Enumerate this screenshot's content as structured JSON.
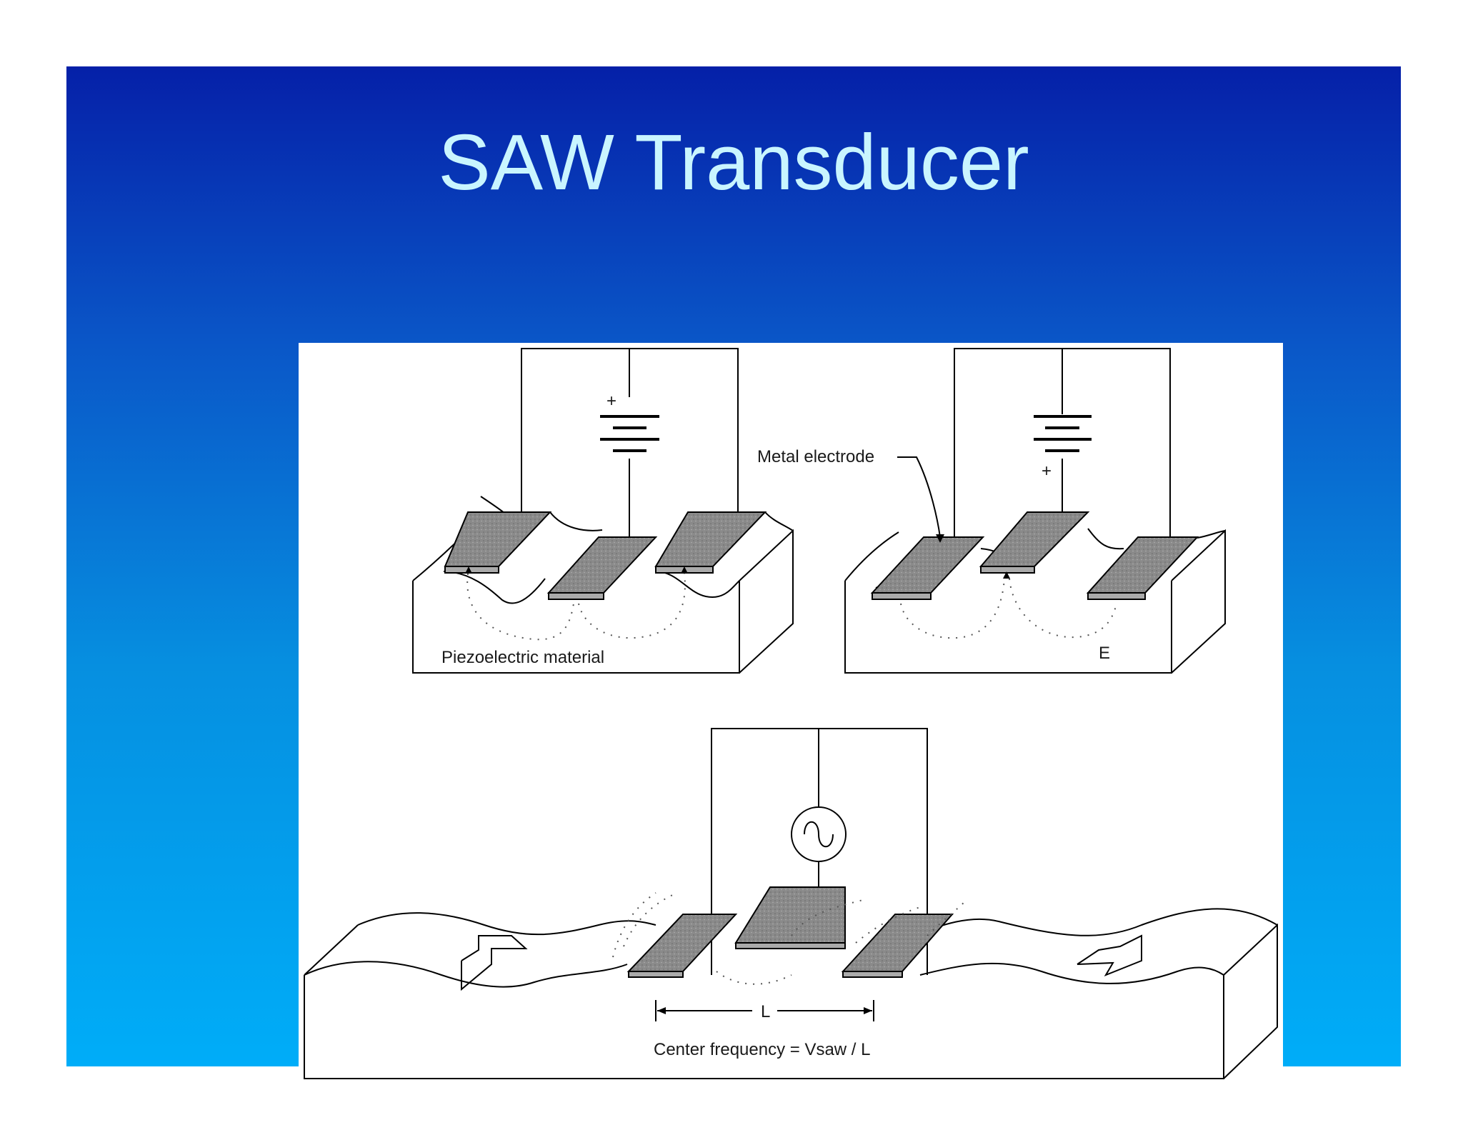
{
  "slide": {
    "title": "SAW Transducer",
    "background_top": "#0520a8",
    "background_bottom": "#00adf8",
    "title_color": "#c9f5ff"
  },
  "figure": {
    "labels": {
      "metal_electrode": "Metal electrode",
      "piezoelectric_material": "Piezoelectric material",
      "field": "E",
      "length": "L",
      "center_frequency": "Center frequency = Vsaw / L",
      "plus_left": "+",
      "plus_right": "+"
    },
    "electrode_color": "#8a8a8a"
  }
}
